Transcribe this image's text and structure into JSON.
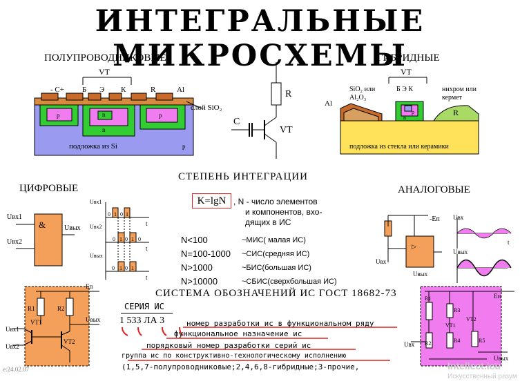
{
  "title": "ИНТЕГРАЛЬНЫЕ МИКРОСХЕМЫ",
  "semiconductor": {
    "heading": "ПОЛУПРОВОДНИКОВЫЕ",
    "vt": "VT",
    "pins": [
      "- C+",
      "Б",
      "Э",
      "К",
      "R"
    ],
    "al": "Al",
    "sio2": "слой SiO₂",
    "substrate": "подложка из Si",
    "p": "p",
    "n": "n"
  },
  "schematic": {
    "r": "R",
    "c": "C",
    "vt": "VT"
  },
  "hybrid": {
    "heading": "ГИБРИДНЫЕ",
    "vt": "VT",
    "sio2": "SiO₂ или",
    "al2o3": "Al₂O₃",
    "pins": "Б  Э  К",
    "nichrome1": "нихром или",
    "nichrome2": "кермет",
    "al": "Al",
    "r": "R",
    "substrate": "подложка из стекла или керамики",
    "p": "p",
    "n": "n"
  },
  "integration": {
    "heading": "СТЕПЕНЬ ИНТЕГРАЦИИ",
    "formula": "K=lgN",
    "desc1": ",  N - число элементов",
    "desc2": "и компонентов, вхо-",
    "desc3": "дящих в ИС",
    "levels": [
      {
        "n": "N<100",
        "d": "~МИС( малая ИС)"
      },
      {
        "n": "N=100-1000",
        "d": "~СИС(средняя ИС)"
      },
      {
        "n": "N>1000",
        "d": "~БИС(большая  ИС)"
      },
      {
        "n": "N>10000",
        "d": "~СБИС(сверхбольшая  ИС)"
      }
    ]
  },
  "digital": {
    "heading": "ЦИФРОВЫЕ",
    "uin1": "Uвх1",
    "uin2": "Uвх2",
    "uout": "Uвых",
    "gate": "&",
    "t": "t",
    "u1": "Uвх1",
    "u2": "Uвх2",
    "u3": "Uвых",
    "bits1": [
      "0",
      "1",
      "0",
      "1"
    ],
    "bits2": [
      "0",
      "1",
      "0",
      "1",
      "0"
    ],
    "bits3": [
      "0",
      "1",
      "0",
      "1"
    ]
  },
  "analog": {
    "heading": "АНАЛОГОВЫЕ",
    "ep": "-Eп",
    "uin": "Uвх",
    "uout": "Uвых",
    "uvx": "Uвх",
    "uvyx": "Uвых",
    "t": "t"
  },
  "designation": {
    "heading": "СИСТЕМА ОБОЗНАЧЕНИЙ ИС ГОСТ 18682-73",
    "series": "СЕРИЯ  ИС",
    "code": "1  533  ЛА  3",
    "lines": [
      "номер разработки ис в функциональном ряду",
      "функциональное  назначение  ис",
      "порядковый  номер  разработки  серий  ис",
      "группа  ис  по  конструктивно-технологическому  исполнению",
      "(1,5,7-полупроводниковые;2,4,6,8-гибридные;3-прочие,"
    ]
  },
  "ttl": {
    "ep": "Eп",
    "r1": "R1",
    "r2": "R2",
    "vt1": "VT1",
    "vt2": "VT2",
    "uin1": "Uвх1",
    "uin2": "Uвх2",
    "uout": "Uвых"
  },
  "amp": {
    "r1": "R1",
    "r2": "R2",
    "r3": "R3",
    "r4": "R4",
    "r5": "R5",
    "vt1": "VT1",
    "vt2": "VT2",
    "ep": "Eп",
    "uin": "Uвх",
    "uout": "Uвых"
  },
  "corner": "e:24.02.07",
  "watermark": {
    "line1": "Intellect.icu",
    "line2": "Искусственный разум"
  },
  "colors": {
    "orange": "#f5a05a",
    "purple": "#f07cf0",
    "blue": "#9a9af0",
    "green": "#33cc33",
    "yellow": "#ffe25a",
    "red": "#dd2222"
  }
}
